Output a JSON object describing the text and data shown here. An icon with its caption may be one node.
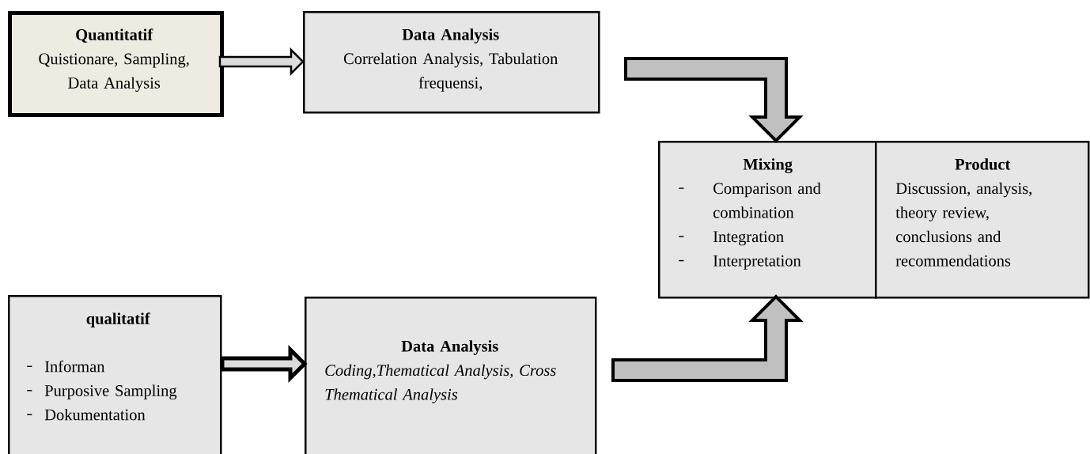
{
  "diagram": {
    "nodes": [
      {
        "text": [
          "Quantitatif",
          "Quistionare, Sampling, Data Analysis"
        ]
      },
      {
        "text": [
          "Data Analysis",
          "Correlation Analysis, Tabulation frequensi,"
        ]
      },
      {
        "text": [
          "Mixing",
          "Comparison and combination",
          "Integration",
          "Interpretation"
        ]
      },
      {
        "text": [
          "Product",
          "Discussion, analysis, theory review, conclusions and recommendations"
        ]
      },
      {
        "text": [
          "qualitatif",
          "Informan",
          "Purposive Sampling",
          "Dokumentation"
        ]
      },
      {
        "text": [
          "Data Analysis",
          "Coding,Thematical Analysis, Cross Thematical Analysis"
        ]
      }
    ],
    "edges": [
      {
        "from": 0,
        "to": 1,
        "arrow": "to"
      },
      {
        "from": 1,
        "to": 2,
        "arrow": "to"
      },
      {
        "from": 4,
        "to": 5,
        "arrow": "to"
      },
      {
        "from": 5,
        "to": 2,
        "arrow": "to"
      }
    ]
  }
}
